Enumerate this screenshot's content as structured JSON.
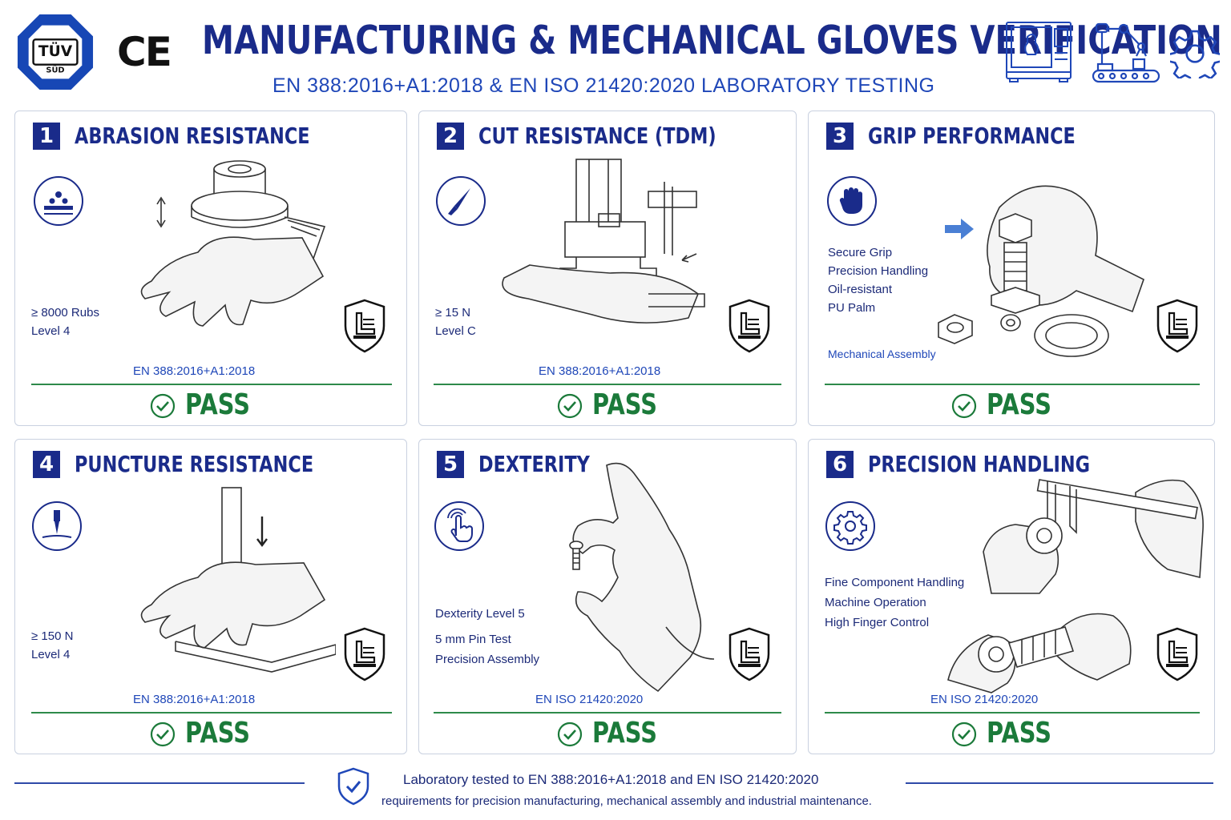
{
  "header": {
    "logo_text_top": "TÜV",
    "logo_text_bottom": "SÜD",
    "ce_mark": "CE",
    "title": "MANUFACTURING & MECHANICAL GLOVES VERIFICATION",
    "subtitle": "EN 388:2016+A1:2018 & EN ISO 21420:2020 LABORATORY TESTING",
    "icons": [
      "cnc-machine-icon",
      "robot-arm-conveyor-icon",
      "gear-icon"
    ]
  },
  "colors": {
    "navy": "#1a2b8a",
    "blue": "#1f47b8",
    "pass_green": "#1b7a3a",
    "border": "#c9d1e0"
  },
  "cards": [
    {
      "number": "1",
      "title": "ABRASION RESISTANCE",
      "icon": "abrasion-icon",
      "specs": [
        "≥ 8000 Rubs",
        "Level 4"
      ],
      "standard": "EN 388:2016+A1:2018",
      "result": "PASS"
    },
    {
      "number": "2",
      "title": "CUT RESISTANCE (TDM)",
      "icon": "blade-icon",
      "specs": [
        "≥ 15 N",
        "Level C"
      ],
      "standard": "EN 388:2016+A1:2018",
      "result": "PASS"
    },
    {
      "number": "3",
      "title": "GRIP PERFORMANCE",
      "icon": "fist-icon",
      "specs": [
        "Secure Grip",
        "Precision Handling",
        "Oil-resistant",
        "PU Palm"
      ],
      "note": "Mechanical Assembly",
      "result": "PASS"
    },
    {
      "number": "4",
      "title": "PUNCTURE RESISTANCE",
      "icon": "needle-icon",
      "specs": [
        "≥ 150 N",
        "Level 4"
      ],
      "standard": "EN 388:2016+A1:2018",
      "result": "PASS"
    },
    {
      "number": "5",
      "title": "DEXTERITY",
      "icon": "touch-finger-icon",
      "specs": [
        "Dexterity Level 5",
        "5 mm Pin Test",
        "Precision Assembly"
      ],
      "standard": "EN ISO 21420:2020",
      "result": "PASS"
    },
    {
      "number": "6",
      "title": "PRECISION HANDLING",
      "icon": "gear-icon",
      "specs": [
        "Fine Component Handling",
        "Machine Operation",
        "High Finger Control"
      ],
      "standard": "EN ISO 21420:2020",
      "result": "PASS"
    }
  ],
  "footer": {
    "line1": "Laboratory tested to  EN 388:2016+A1:2018 and EN ISO 21420:2020",
    "line2": "requirements for precision manufacturing, mechanical assembly and industrial maintenance."
  }
}
